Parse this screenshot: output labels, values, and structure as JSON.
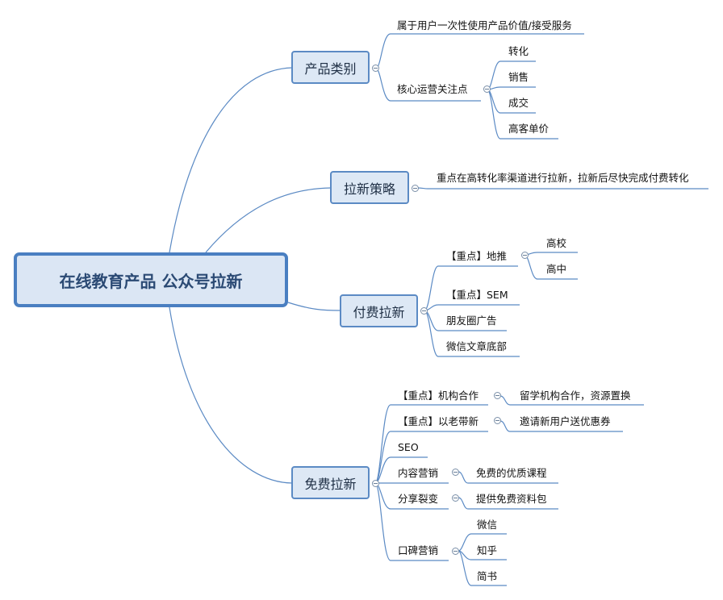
{
  "root": {
    "label": "在线教育产品 公众号拉新"
  },
  "colors": {
    "line": "#5b8ac4",
    "underline": "#4a7fc1",
    "box_fill": "#dde8f5",
    "root_border": "#4a7fc1"
  },
  "branches": {
    "category": {
      "label": "产品类别",
      "value_desc": "属于用户一次性使用产品价值/接受服务",
      "core": "核心运营关注点",
      "core_items": [
        "转化",
        "销售",
        "成交",
        "高客单价"
      ]
    },
    "strategy": {
      "label": "拉新策略",
      "desc": "重点在高转化率渠道进行拉新，拉新后尽快完成付费转化"
    },
    "paid": {
      "label": "付费拉新",
      "ground": "【重点】地推",
      "ground_items": [
        "高校",
        "高中"
      ],
      "sem": "【重点】SEM",
      "moments": "朋友圈广告",
      "wechat_article": "微信文章底部"
    },
    "free": {
      "label": "免费拉新",
      "partner": "【重点】机构合作",
      "partner_detail": "留学机构合作，资源置换",
      "referral": "【重点】以老带新",
      "referral_detail": "邀请新用户送优惠券",
      "seo": "SEO",
      "content": "内容营销",
      "content_detail": "免费的优质课程",
      "share": "分享裂变",
      "share_detail": "提供免费资料包",
      "wom": "口碑营销",
      "wom_items": [
        "微信",
        "知乎",
        "简书"
      ]
    }
  }
}
